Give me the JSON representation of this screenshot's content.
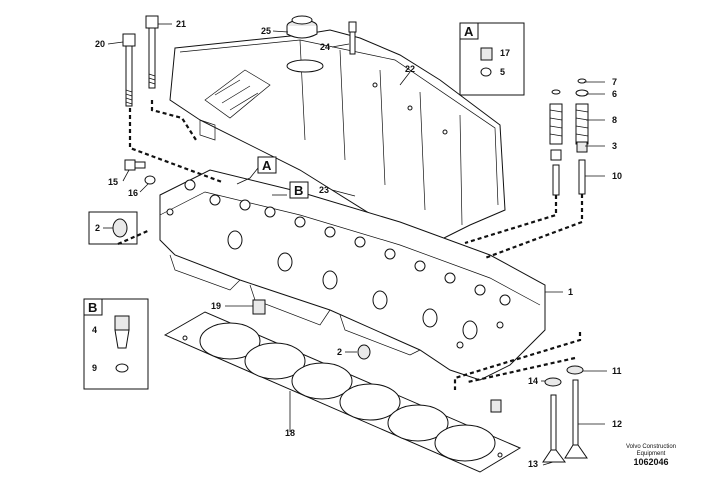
{
  "inset_labels": {
    "A": "A",
    "B": "B"
  },
  "callouts": {
    "c1": "1",
    "c2a": "2",
    "c2b": "2",
    "c3": "3",
    "c4": "4",
    "c5": "5",
    "c6": "6",
    "c7": "7",
    "c8": "8",
    "c9": "9",
    "c10": "10",
    "c11": "11",
    "c12": "12",
    "c13": "13",
    "c14": "14",
    "c15": "15",
    "c16": "16",
    "c17": "17",
    "c18": "18",
    "c19": "19",
    "c20": "20",
    "c21": "21",
    "c22": "22",
    "c23": "23",
    "c24": "24",
    "c25": "25"
  },
  "footer": {
    "line1": "Volvo Construction",
    "line2": "Equipment",
    "diagram_id": "1062046"
  }
}
